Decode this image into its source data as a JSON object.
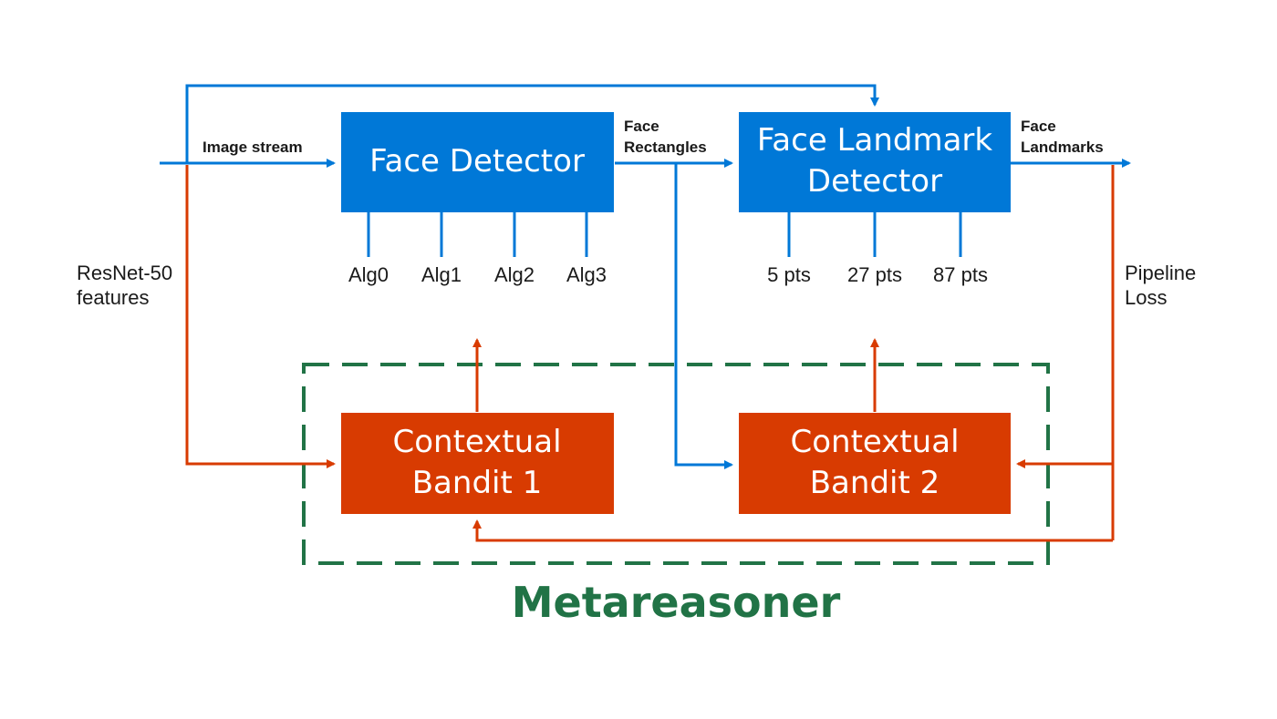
{
  "colors": {
    "blue": "#0078d7",
    "orange": "#d83b01",
    "green": "#217346",
    "text": "#1a1a1a"
  },
  "labels": {
    "image_stream": "Image stream",
    "face_rectangles_1": "Face",
    "face_rectangles_2": "Rectangles",
    "face_landmarks_1": "Face",
    "face_landmarks_2": "Landmarks",
    "resnet_1": "ResNet-50",
    "resnet_2": "features",
    "pipeline_1": "Pipeline",
    "pipeline_2": "Loss",
    "metareasoner": "Metareasoner"
  },
  "boxes": {
    "face_detector": "Face Detector",
    "landmark_line1": "Face Landmark",
    "landmark_line2": "Detector",
    "bandit1_line1": "Contextual",
    "bandit1_line2": "Bandit 1",
    "bandit2_line1": "Contextual",
    "bandit2_line2": "Bandit 2"
  },
  "detector_algs": [
    "Alg0",
    "Alg1",
    "Alg2",
    "Alg3"
  ],
  "landmark_options": [
    "5 pts",
    "27 pts",
    "87 pts"
  ]
}
